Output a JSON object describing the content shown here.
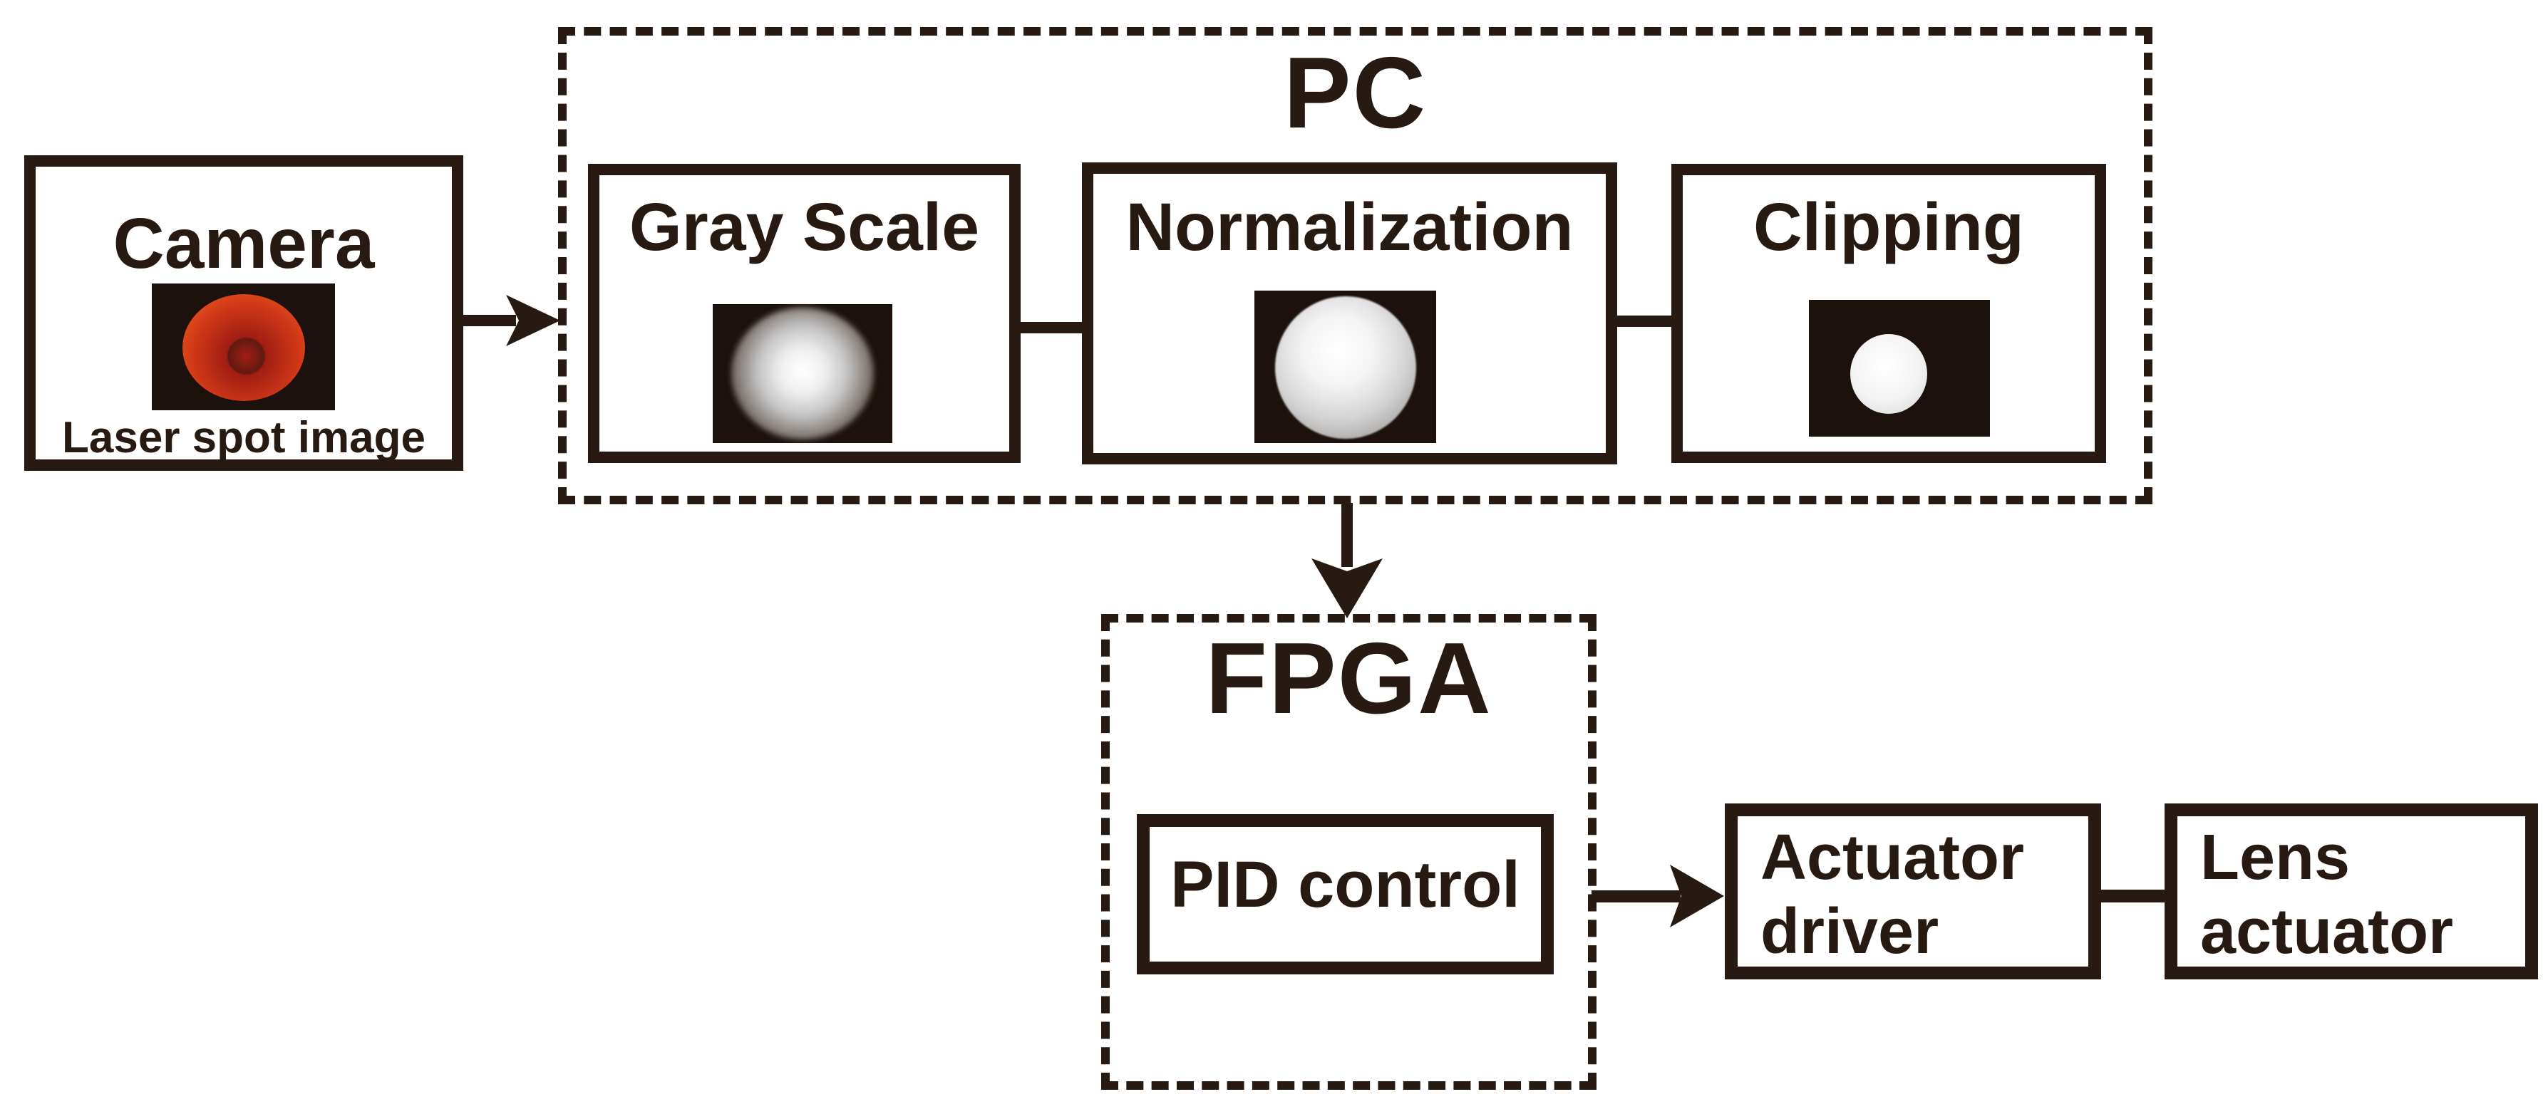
{
  "colors": {
    "ink": "#261a12",
    "paper": "#ffffff",
    "laser_center": "#a11d14",
    "laser_mid": "#cb3517",
    "laser_edge": "#f0611f",
    "sensor_bg": "#1c110c"
  },
  "nodes": {
    "camera": {
      "title": "Camera",
      "caption": "Laser spot image"
    },
    "pc": {
      "title": "PC",
      "steps": [
        {
          "label": "Gray Scale"
        },
        {
          "label": "Normalization"
        },
        {
          "label": "Clipping"
        }
      ]
    },
    "fpga": {
      "title": "FPGA",
      "module": "PID control"
    },
    "actuator_driver": {
      "line1": "Actuator",
      "line2": "driver"
    },
    "lens_actuator": {
      "line1": "Lens",
      "line2": "actuator"
    }
  }
}
